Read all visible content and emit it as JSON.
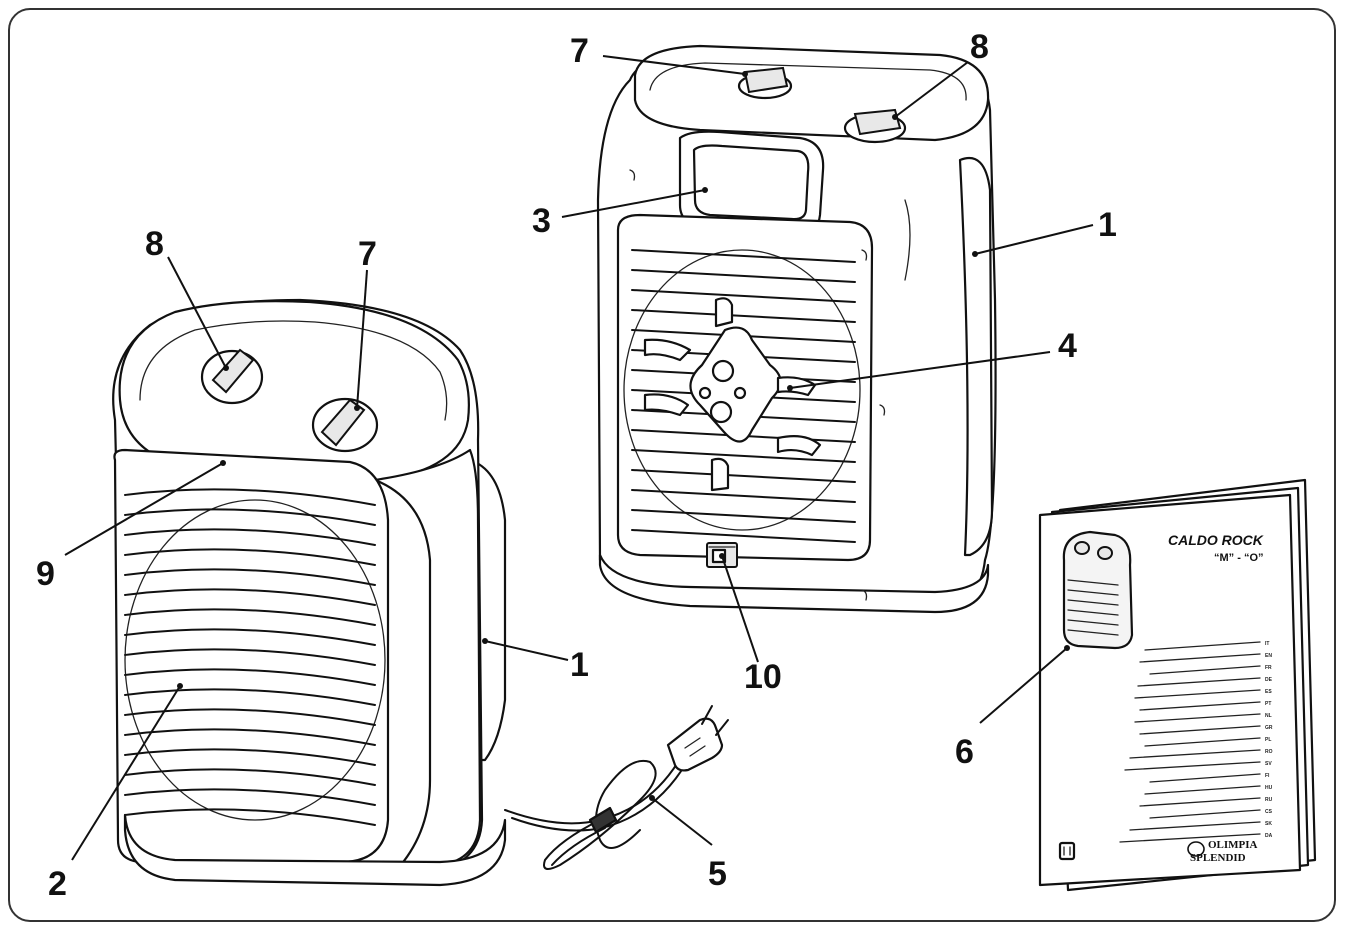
{
  "callouts": [
    {
      "id": "c7-back",
      "label": "7"
    },
    {
      "id": "c8-back",
      "label": "8"
    },
    {
      "id": "c3",
      "label": "3"
    },
    {
      "id": "c1-back",
      "label": "1"
    },
    {
      "id": "c4",
      "label": "4"
    },
    {
      "id": "c8-front",
      "label": "8"
    },
    {
      "id": "c7-front",
      "label": "7"
    },
    {
      "id": "c9",
      "label": "9"
    },
    {
      "id": "c1-front",
      "label": "1"
    },
    {
      "id": "c10",
      "label": "10"
    },
    {
      "id": "c6",
      "label": "6"
    },
    {
      "id": "c2",
      "label": "2"
    },
    {
      "id": "c5",
      "label": "5"
    }
  ],
  "manual": {
    "title": "CALDO ROCK",
    "subtitle": "“M” - “O”",
    "language_codes": [
      "IT",
      "EN",
      "FR",
      "DE",
      "ES",
      "PT",
      "NL",
      "GR",
      "PL",
      "RO",
      "SV",
      "FI",
      "HU",
      "RU",
      "CS",
      "SK",
      "DA"
    ],
    "brand_line1": "OLIMPIA",
    "brand_line2": "SPLENDID"
  }
}
